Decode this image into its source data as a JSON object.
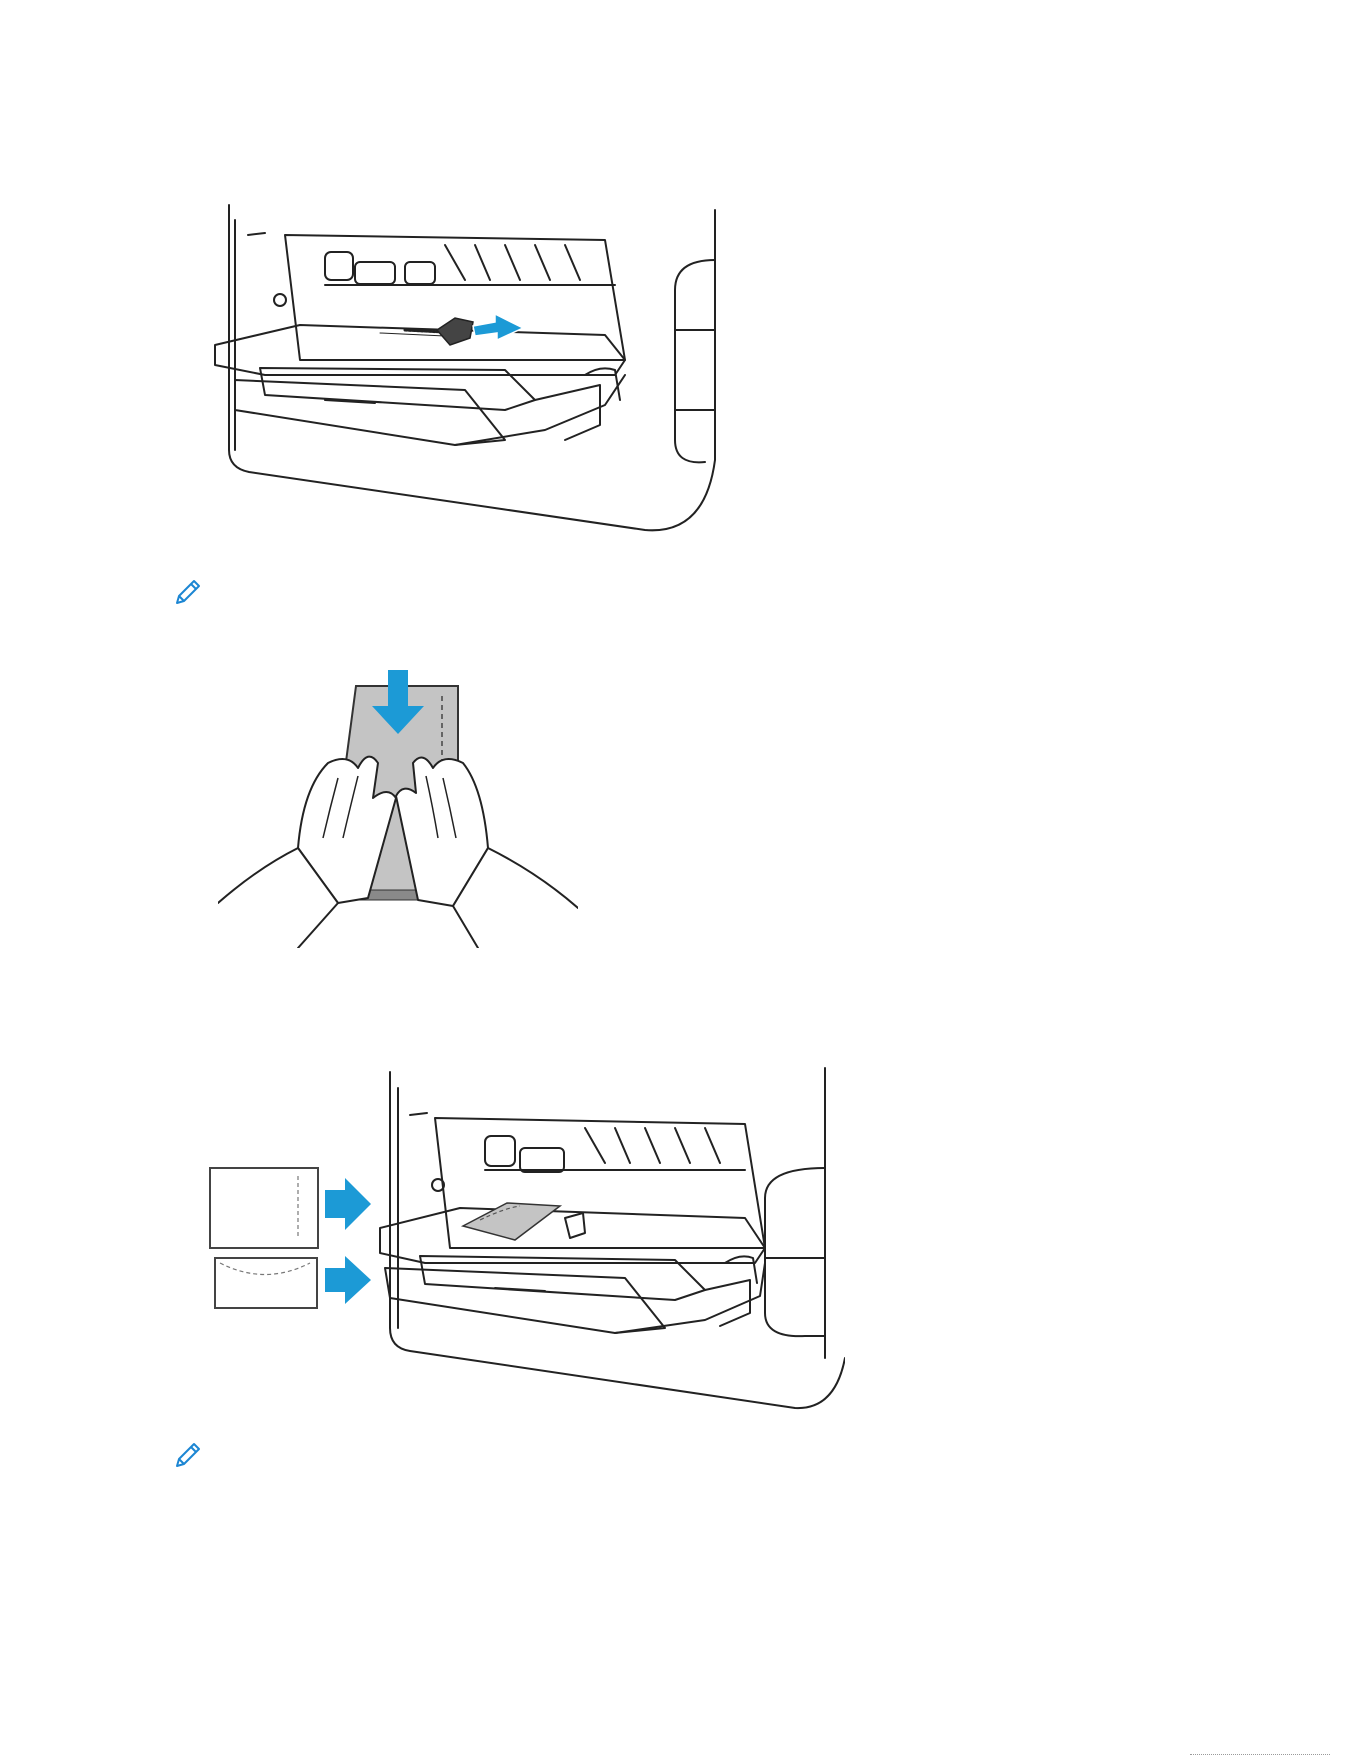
{
  "page": {
    "background": "#ffffff"
  },
  "colors": {
    "arrow_blue": "#1c9ad6",
    "line": "#222222",
    "envelope_gray": "#c4c4c4",
    "envelope_dark": "#9a9a9a",
    "note_icon": "#1c86d3"
  },
  "illustrations": [
    {
      "name": "printer-bypass-tray-guide-illustration",
      "icon": "printer-tray-guide-arrow"
    },
    {
      "name": "envelope-stack-hands-illustration",
      "icon": "hands-pressing-envelopes"
    },
    {
      "name": "printer-envelope-loading-illustration",
      "icon": "printer-envelope-orientation"
    }
  ],
  "notes": [
    {
      "icon": "pencil-note-icon"
    },
    {
      "icon": "pencil-note-icon"
    }
  ]
}
